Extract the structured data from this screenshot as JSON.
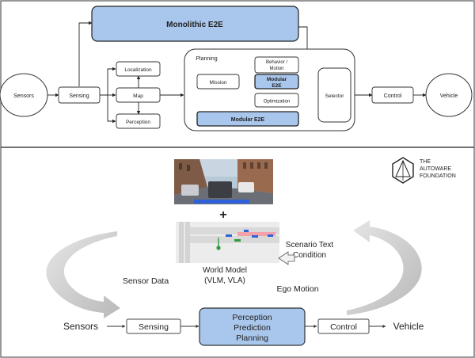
{
  "top": {
    "sensors": "Sensors",
    "sensing": "Sensing",
    "localization": "Localization",
    "map": "Map",
    "perception": "Perception",
    "planning_title": "Planning",
    "mission": "Mission",
    "behavior_line1": "Behavior /",
    "behavior_line2": "Motion",
    "modular_e2e_line1": "Modular",
    "modular_e2e_line2": "E2E",
    "optimization": "Optimization",
    "modular_e2e_bar": "Modular E2E",
    "monolithic": "Monolithic E2E",
    "selector": "Selector",
    "control": "Control",
    "vehicle": "Vehicle"
  },
  "bottom": {
    "logo_line1": "THE",
    "logo_line2": "AUTOWARE",
    "logo_line3": "FOUNDATION",
    "plus": "+",
    "scenario_line1": "Scenario Text",
    "scenario_line2": "Condition",
    "world_model_line1": "World Model",
    "world_model_line2": "(VLM, VLA)",
    "sensor_data": "Sensor Data",
    "ego_motion": "Ego Motion",
    "sensors": "Sensors",
    "sensing": "Sensing",
    "ppp_line1": "Perception",
    "ppp_line2": "Prediction",
    "ppp_line3": "Planning",
    "control": "Control",
    "vehicle": "Vehicle"
  },
  "colors": {
    "accent_blue": "#a9c6ec",
    "box_stroke": "#333333",
    "arrow_gray": "#c8c8c8"
  }
}
